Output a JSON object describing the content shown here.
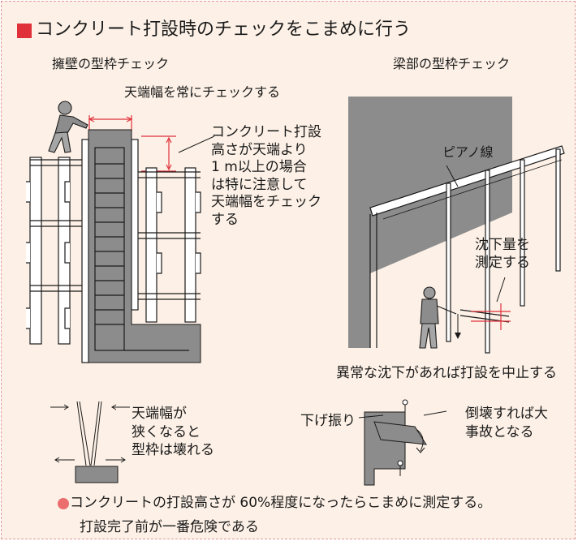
{
  "colors": {
    "accent": "#e0303a",
    "background": "#fdf1e7",
    "bullet": "#ec6d6d",
    "wall": "#8c8c8c",
    "ink": "#1a1a1a"
  },
  "title": "コンクリート打設時のチェックをこまめに行う",
  "left_section": {
    "heading": "擁壁の型枠チェック",
    "callout_top": "天端幅を常にチェックする",
    "callout_right": [
      "コンクリート打設",
      "高さが天端より",
      "1 m以上の場合",
      "は特に注意して",
      "天端幅をチェック",
      "する"
    ]
  },
  "right_section": {
    "heading": "梁部の型枠チェック",
    "piano_wire": "ピアノ線",
    "settlement": [
      "沈下量を",
      "測定する"
    ],
    "stop_note": "異常な沈下があれば打設を中止する"
  },
  "bottom_left": {
    "lines": [
      "天端幅が",
      "狭くなると",
      "型枠は壊れる"
    ]
  },
  "bottom_right": {
    "label_left": "下げ振り",
    "label_right": [
      "倒壊すれば大",
      "事故となる"
    ]
  },
  "footer": {
    "line1": "コンクリートの打設高さが 60%程度になったらこまめに測定する。",
    "line2": "打設完了前が一番危険である"
  }
}
